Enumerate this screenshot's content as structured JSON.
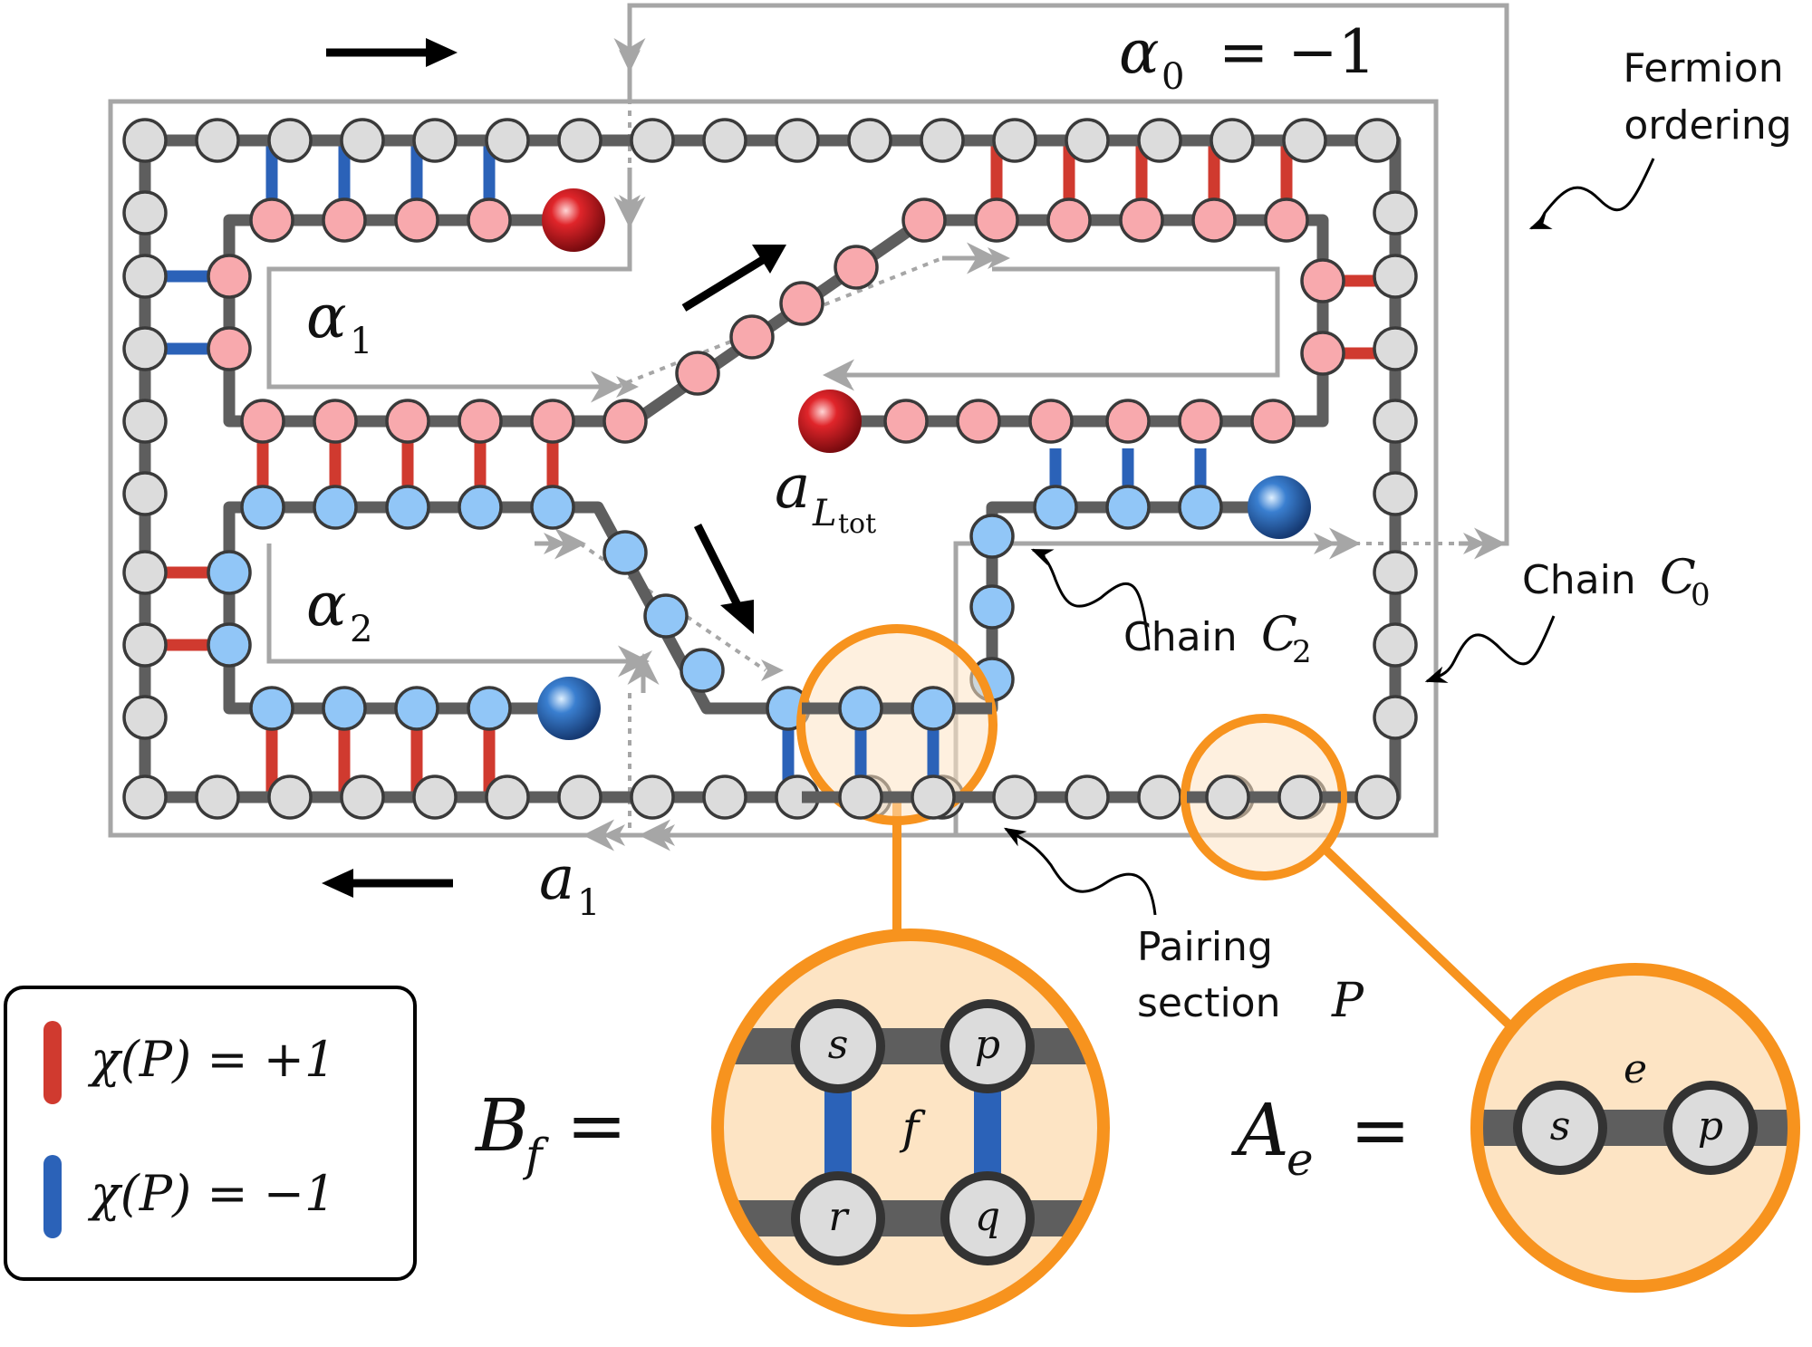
{
  "labels": {
    "alpha0": "α",
    "alpha0_sub": "0",
    "alpha0_rhs": "= −1",
    "alpha1": "α",
    "alpha1_sub": "1",
    "alpha2": "α",
    "alpha2_sub": "2",
    "a_ltot": "a",
    "a_ltot_sub": "L",
    "a_ltot_subsub": "tot",
    "a1": "a",
    "a1_sub": "1",
    "fermion_ordering_line1": "Fermion",
    "fermion_ordering_line2": "ordering",
    "chain_c0": "Chain",
    "chain_c0_sym": "C",
    "chain_c0_sub": "0",
    "chain_c2": "Chain",
    "chain_c2_sym": "C",
    "chain_c2_sub": "2",
    "pairing_line1": "Pairing",
    "pairing_line2": "section",
    "pairing_sym": "P"
  },
  "legend": {
    "entry_plus": "χ(P) = +1",
    "entry_minus": "χ(P) = −1"
  },
  "equations": {
    "bf_lhs": "B",
    "bf_sub": "f",
    "bf_eq": "=",
    "bf_face": "f",
    "bf_nodes": [
      "s",
      "p",
      "r",
      "q"
    ],
    "ae_lhs": "A",
    "ae_sub": "e",
    "ae_eq": "=",
    "ae_edge": "e",
    "ae_nodes": [
      "s",
      "p"
    ]
  },
  "colors": {
    "plus": "#d03a2f",
    "minus": "#2b62b8",
    "chain": "#5e5e5e",
    "gray_node": "#dcdcdc",
    "pink_node": "#f8a9ad",
    "blue_node": "#91c6f7",
    "orange": "#f7931e",
    "orange_fill": "#fde4c4",
    "path": "#a6a6a6"
  }
}
